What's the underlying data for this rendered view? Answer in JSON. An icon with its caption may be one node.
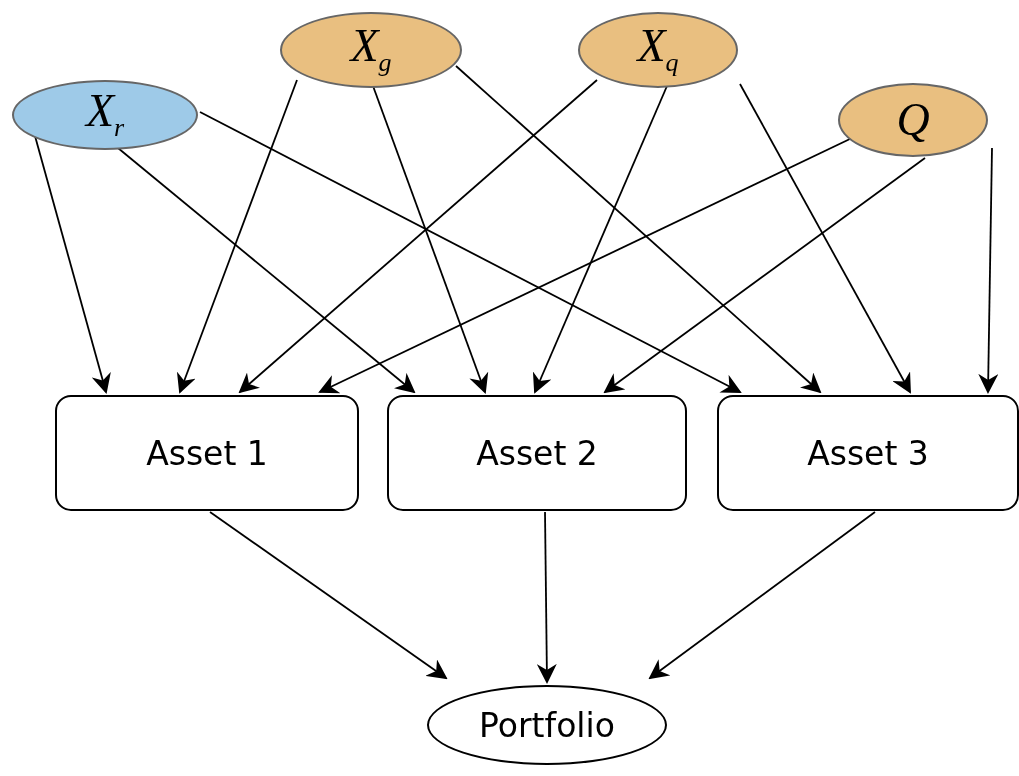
{
  "diagram": {
    "nodes": [
      {
        "text": [
          "X$_{r}$"
        ]
      },
      {
        "text": [
          "X$_{g}$"
        ]
      },
      {
        "text": [
          "X$_{q}$"
        ]
      },
      {
        "text": [
          "Q"
        ]
      },
      {
        "text": [
          "Asset 1"
        ]
      },
      {
        "text": [
          "Asset 2"
        ]
      },
      {
        "text": [
          "Asset 3"
        ]
      },
      {
        "text": [
          "Portfolio"
        ]
      }
    ],
    "edges": [
      {
        "from": 0,
        "to": 4,
        "arrow": "to"
      },
      {
        "from": 0,
        "to": 5,
        "arrow": "to"
      },
      {
        "from": 0,
        "to": 6,
        "arrow": "to"
      },
      {
        "from": 1,
        "to": 4,
        "arrow": "to"
      },
      {
        "from": 1,
        "to": 5,
        "arrow": "to"
      },
      {
        "from": 1,
        "to": 6,
        "arrow": "to"
      },
      {
        "from": 2,
        "to": 4,
        "arrow": "to"
      },
      {
        "from": 2,
        "to": 5,
        "arrow": "to"
      },
      {
        "from": 2,
        "to": 6,
        "arrow": "to"
      },
      {
        "from": 3,
        "to": 4,
        "arrow": "to"
      },
      {
        "from": 3,
        "to": 5,
        "arrow": "to"
      },
      {
        "from": 3,
        "to": 6,
        "arrow": "to"
      },
      {
        "from": 4,
        "to": 7,
        "arrow": "to"
      },
      {
        "from": 5,
        "to": 7,
        "arrow": "to"
      },
      {
        "from": 6,
        "to": 7,
        "arrow": "to"
      }
    ]
  }
}
